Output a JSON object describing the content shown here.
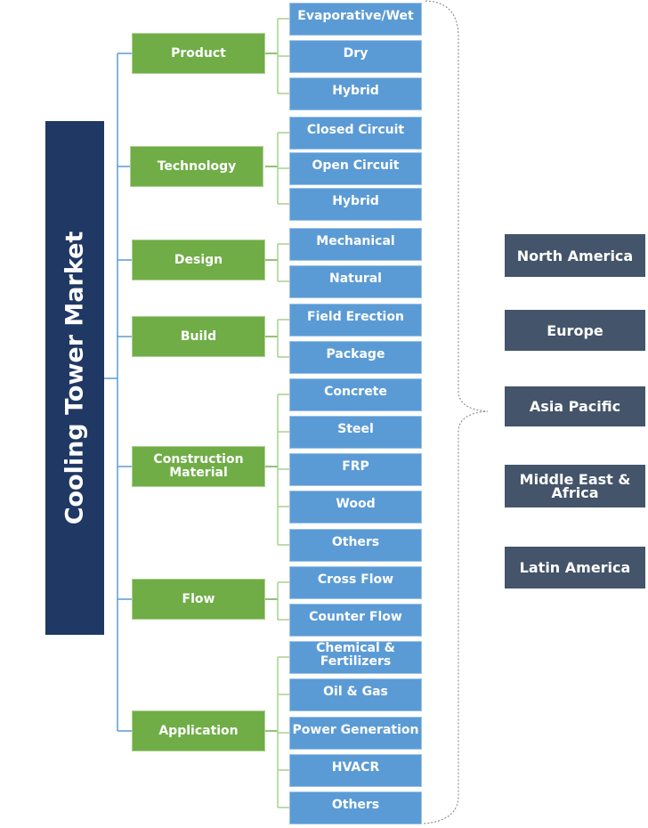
{
  "title": "Cooling Tower Market",
  "colors": {
    "main": "#1f3864",
    "category": "#70ad47",
    "leaf": "#5b9bd5",
    "region": "#44546a"
  },
  "categories": [
    {
      "label": "Product",
      "items": [
        "Evaporative/Wet",
        "Dry",
        "Hybrid"
      ]
    },
    {
      "label": "Technology",
      "items": [
        "Closed Circuit",
        "Open Circuit",
        "Hybrid"
      ]
    },
    {
      "label": "Design",
      "items": [
        "Mechanical",
        "Natural"
      ]
    },
    {
      "label": "Build",
      "items": [
        "Field Erection",
        "Package"
      ]
    },
    {
      "label": "Construction Material",
      "items": [
        "Concrete",
        "Steel",
        "FRP",
        "Wood",
        "Others"
      ]
    },
    {
      "label": "Flow",
      "items": [
        "Cross Flow",
        "Counter Flow"
      ]
    },
    {
      "label": "Application",
      "items": [
        "Chemical & Fertilizers",
        "Oil & Gas",
        "Power Generation",
        "HVACR",
        "Others"
      ]
    }
  ],
  "regions": [
    "North America",
    "Europe",
    "Asia Pacific",
    "Middle East & Africa",
    "Latin America"
  ]
}
